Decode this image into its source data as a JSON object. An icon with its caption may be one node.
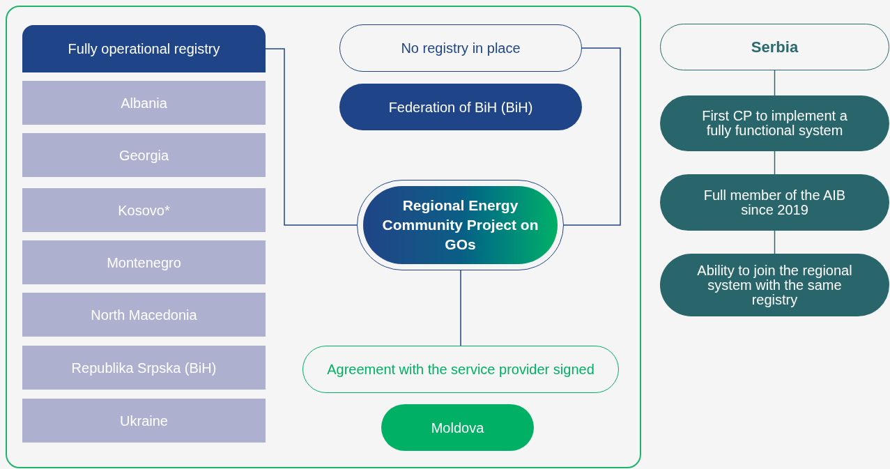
{
  "diagram": {
    "nodes": [
      {
        "text": [],
        "shape": "box"
      },
      {
        "text": [
          "Fully operational registry"
        ],
        "in": 0
      },
      {
        "text": [
          "Albania"
        ],
        "in": 0
      },
      {
        "text": [
          "Georgia"
        ],
        "in": 0
      },
      {
        "text": [
          "Kosovo*"
        ],
        "in": 0
      },
      {
        "text": [
          "Montenegro"
        ],
        "in": 0
      },
      {
        "text": [
          "North Macedonia"
        ],
        "in": 0
      },
      {
        "text": [
          "Republika Srpska (BiH)"
        ],
        "in": 0
      },
      {
        "text": [
          "Ukraine"
        ],
        "in": 0
      },
      {
        "text": [
          "No registry in place"
        ],
        "in": 0
      },
      {
        "text": [
          "Federation of BiH (BiH)"
        ],
        "in": 0
      },
      {
        "text": [
          "Regional Energy Community Project on GOs"
        ],
        "in": 0
      },
      {
        "text": [
          "Agreement with the service provider signed"
        ],
        "in": 0
      },
      {
        "text": [
          "Moldova"
        ],
        "in": 0
      },
      {
        "text": [
          "Serbia"
        ]
      },
      {
        "text": [
          "First CP to implement a fully functional system"
        ]
      },
      {
        "text": [
          "Full member of the AIB since 2019"
        ]
      },
      {
        "text": [
          "Ability to join the regional system with the same registry"
        ]
      }
    ],
    "edges": [
      {
        "from": 1,
        "to": 11,
        "arrow": "none"
      },
      {
        "from": 9,
        "to": 11,
        "arrow": "none"
      },
      {
        "from": 11,
        "to": 12,
        "arrow": "none"
      },
      {
        "from": 14,
        "to": 15,
        "arrow": "none"
      },
      {
        "from": 15,
        "to": 16,
        "arrow": "none"
      },
      {
        "from": 16,
        "to": 17,
        "arrow": "none"
      }
    ]
  }
}
